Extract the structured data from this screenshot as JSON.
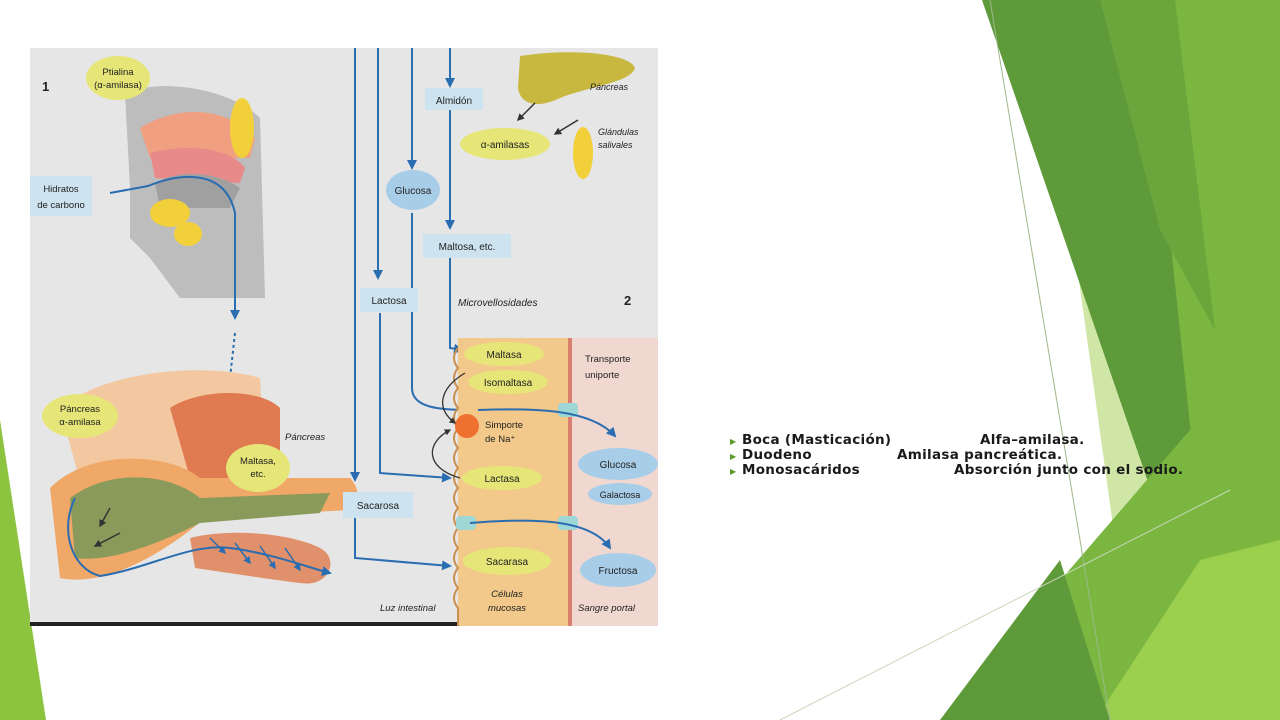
{
  "figure": {
    "panel1_number": "1",
    "panel2_number": "2",
    "labels": {
      "ptialina": "Ptialina",
      "ptialina_sub": "(α-amilasa)",
      "hidratos": "Hidratos",
      "hidratos_sub": "de carbono",
      "pancreas_alpha": "Páncreas",
      "pancreas_alpha_sub": "α-amilasa",
      "pancreas_right": "Páncreas",
      "maltasa_etc": "Maltasa,",
      "maltasa_etc_sub": "etc.",
      "almidon": "Almidón",
      "pancreas_top": "Páncreas",
      "alpha_amilasas": "α-amilasas",
      "glandulas": "Glándulas",
      "glandulas_sub": "salivales",
      "glucosa_top": "Glucosa",
      "maltosa": "Maltosa, etc.",
      "lactosa": "Lactosa",
      "microvellosidades": "Microvellosidades",
      "maltasa": "Maltasa",
      "isomaltasa": "Isomaltasa",
      "transporte": "Transporte",
      "transporte_sub": "uniporte",
      "simporte": "Simporte",
      "simporte_sub": "de Na⁺",
      "glucosa_right": "Glucosa",
      "galactosa": "Galactosa",
      "lactasa": "Lactasa",
      "sacarosa": "Sacarosa",
      "sacarasa": "Sacarasa",
      "fructosa": "Fructosa",
      "luz_intestinal": "Luz intestinal",
      "celulas": "Células",
      "celulas_sub": "mucosas",
      "sangre_portal": "Sangre portal"
    }
  },
  "bullets": [
    {
      "term": "Boca (Masticación)",
      "desc": "Alfa–amilasa."
    },
    {
      "term": "Duodeno",
      "desc": "Amilasa pancreática."
    },
    {
      "term": "Monosacáridos",
      "desc": "Absorción junto con el sodio."
    }
  ],
  "theme": {
    "green_dark": "#5e9a3a",
    "green_mid": "#7ab640",
    "green_light": "#a6d26a",
    "ellipse_yellow": "#e6e678",
    "ellipse_blue": "#a8cde8",
    "arrow_blue": "#2a6db0"
  }
}
